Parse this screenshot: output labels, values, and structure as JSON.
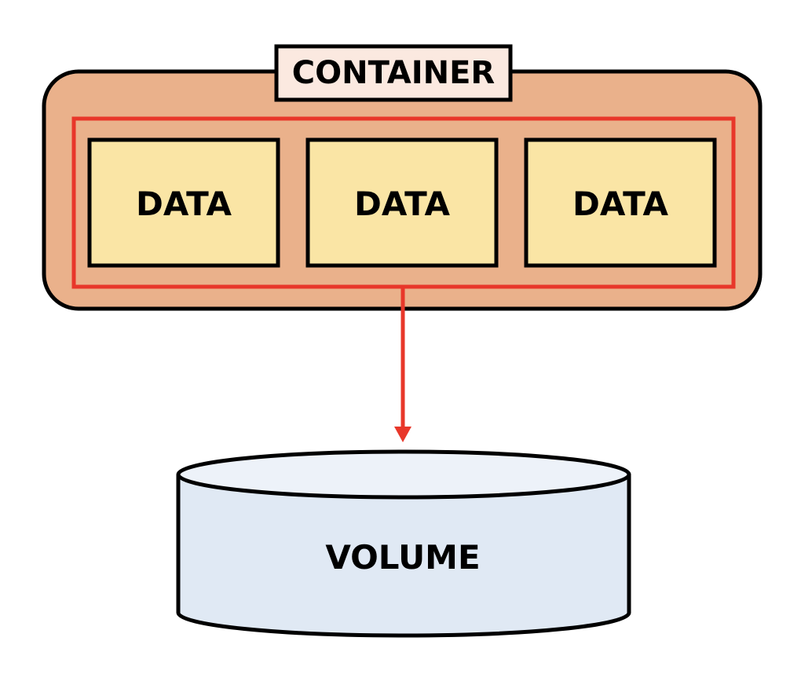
{
  "container": {
    "label": "CONTAINER"
  },
  "data_blocks": [
    {
      "label": "DATA"
    },
    {
      "label": "DATA"
    },
    {
      "label": "DATA"
    }
  ],
  "volume": {
    "label": "VOLUME"
  },
  "colors": {
    "container_fill": "#EAB18B",
    "container_label_fill": "#FBE9E0",
    "data_fill": "#FAE5A5",
    "group_border": "#E8372A",
    "arrow": "#E8372A",
    "volume_fill": "#E0E9F4",
    "volume_top_fill": "#EDF2F9",
    "outline": "#000000"
  }
}
